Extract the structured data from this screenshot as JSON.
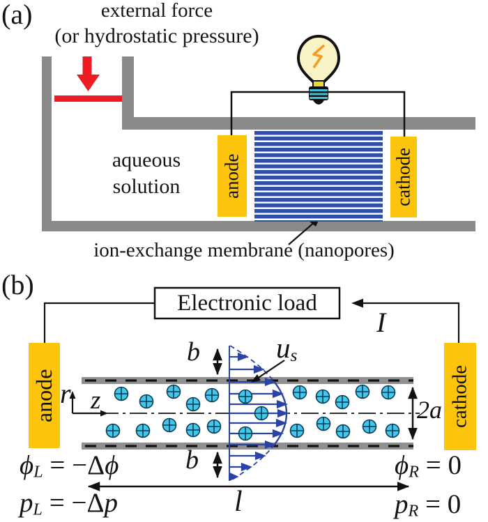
{
  "colors": {
    "electrode": "#fcc40d",
    "wall_gray": "#8a8a8a",
    "channel_gray": "#8f8f8f",
    "membrane_blue": "#2e4fa5",
    "accent_red": "#ed1c24",
    "ion_fill": "#41c6ec",
    "profile_blue": "#2b44a3",
    "bulb_fill": "#faf3c5",
    "bulb_spark": "#f59b20",
    "bulb_stripe": "#3fc0d8"
  },
  "panel_a": {
    "label": "(a)",
    "force_line1": "external force",
    "force_line2": "(or hydrostatic pressure)",
    "solution_line1": "aqueous",
    "solution_line2": "solution",
    "anode": "anode",
    "cathode": "cathode",
    "membrane_caption": "ion-exchange membrane (nanopores)"
  },
  "panel_b": {
    "label": "(b)",
    "load": "Electronic load",
    "current": "I",
    "anode": "anode",
    "cathode": "cathode",
    "axis_r": "r",
    "axis_z": "z",
    "slip_top": "b",
    "slip_bottom": "b",
    "diameter": "2a",
    "length": "l",
    "velocity": [
      {
        "t": "u",
        "s": "i"
      },
      {
        "t": "s",
        "s": "s"
      }
    ],
    "phi_left": [
      {
        "t": "ϕ",
        "s": "i"
      },
      {
        "t": "L",
        "s": "s"
      },
      {
        "t": " = −Δ",
        "s": "n"
      },
      {
        "t": "ϕ",
        "s": "i"
      }
    ],
    "p_left": [
      {
        "t": "p",
        "s": "i"
      },
      {
        "t": "L",
        "s": "s"
      },
      {
        "t": " = −Δ",
        "s": "n"
      },
      {
        "t": "p",
        "s": "i"
      }
    ],
    "phi_right": [
      {
        "t": "ϕ",
        "s": "i"
      },
      {
        "t": "R",
        "s": "s"
      },
      {
        "t": " = 0",
        "s": "n"
      }
    ],
    "p_right": [
      {
        "t": "p",
        "s": "i"
      },
      {
        "t": "R",
        "s": "s"
      },
      {
        "t": " = 0",
        "s": "n"
      }
    ]
  }
}
